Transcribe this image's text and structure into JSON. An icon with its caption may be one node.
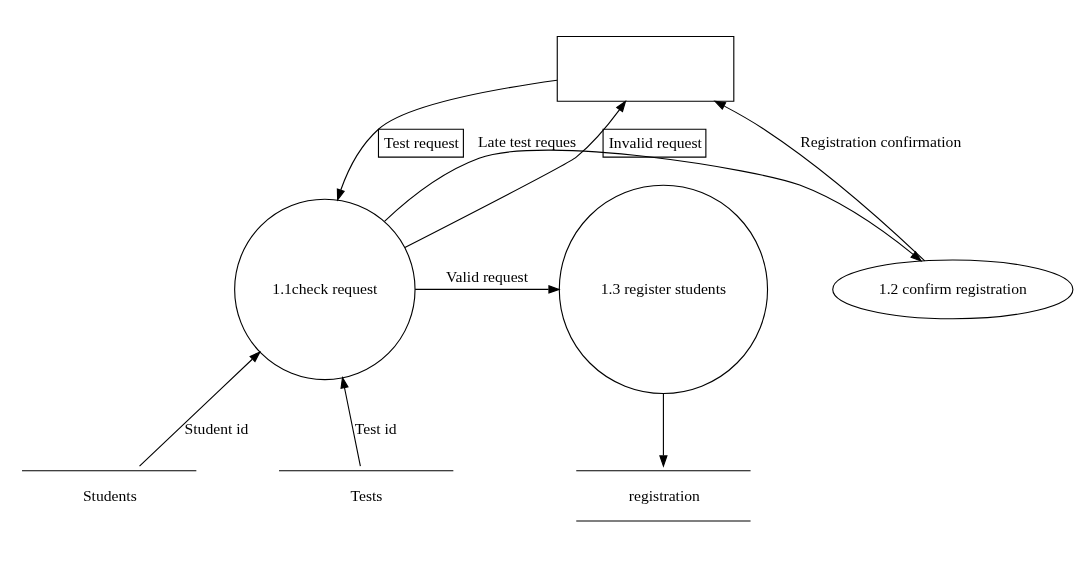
{
  "diagram": {
    "nodes": [
      {
        "text": [],
        "shape": "box"
      },
      {
        "text": [
          "1.2 confirm registration"
        ]
      },
      {
        "text": [
          "1.1check request"
        ]
      },
      {
        "text": [
          "1.3 register students"
        ]
      },
      {
        "text": [
          "Students"
        ]
      },
      {
        "text": [
          "Tests"
        ]
      },
      {
        "text": [
          "registration"
        ]
      }
    ],
    "edges": [
      {
        "from": 1,
        "to": 0,
        "arrow": "to",
        "label": "Registration confirmation"
      },
      {
        "from": 0,
        "to": 2,
        "arrow": "to",
        "label": "Test request"
      },
      {
        "from": 2,
        "to": 0,
        "arrow": "to",
        "label": "Invalid request"
      },
      {
        "from": 2,
        "to": 1,
        "arrow": "to",
        "label": "Late test reques"
      },
      {
        "from": 2,
        "to": 3,
        "arrow": "to",
        "label": "Valid request"
      },
      {
        "from": 4,
        "to": 2,
        "arrow": "to",
        "label": "Student id"
      },
      {
        "from": 5,
        "to": 2,
        "arrow": "to",
        "label": "Test id"
      },
      {
        "from": 3,
        "to": 6,
        "arrow": "to"
      }
    ]
  }
}
